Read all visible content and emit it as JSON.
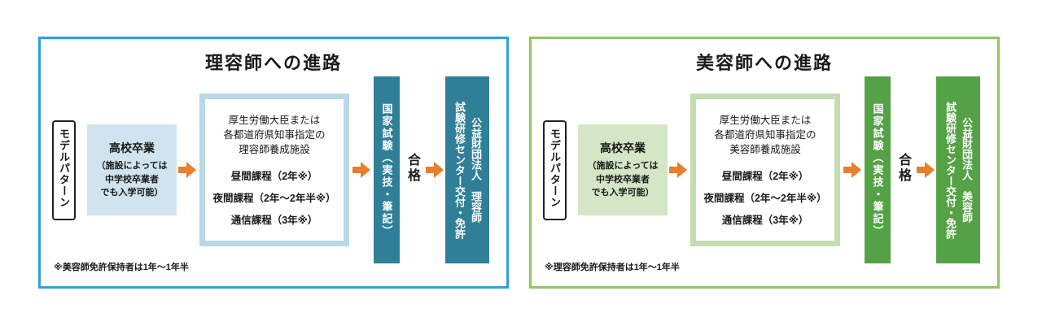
{
  "colors": {
    "barber-border": "#2aa3d5",
    "barber-light": "#cfe4ee",
    "barber-frame": "#b9d9e6",
    "barber-dark": "#2f7f99",
    "beauty-border": "#8fc760",
    "beauty-light": "#d4e6c6",
    "beauty-frame": "#c3ddb0",
    "beauty-dark": "#55a246",
    "arrow": "#e87f2a",
    "text": "#1a1a1a"
  },
  "panels": [
    {
      "id": "barber",
      "title": "理容師への進路",
      "model_pattern": "モデルパターン",
      "entry": {
        "heading": "高校卒業",
        "detail": "（施設によっては\n中学校卒業者\nでも入学可能）"
      },
      "training": {
        "intro": "厚生労働大臣または\n各都道府県知事指定の\n理容師養成施設",
        "courses": [
          "昼間課程（2年※）",
          "夜間課程（2年～2年半※）",
          "通信課程（3年※）"
        ]
      },
      "exam": "国家試験（実技・筆記）",
      "pass": "合格",
      "license": {
        "line1": "公益財団法人　理容師",
        "line2": "試験研修センター交付・免許"
      },
      "footnote": "※美容師免許保持者は1年～1年半"
    },
    {
      "id": "beauty",
      "title": "美容師への進路",
      "model_pattern": "モデルパターン",
      "entry": {
        "heading": "高校卒業",
        "detail": "（施設によっては\n中学校卒業者\nでも入学可能）"
      },
      "training": {
        "intro": "厚生労働大臣または\n各都道府県知事指定の\n美容師養成施設",
        "courses": [
          "昼間課程（2年※）",
          "夜間課程（2年～2年半※）",
          "通信課程（3年※）"
        ]
      },
      "exam": "国家試験（実技・筆記）",
      "pass": "合格",
      "license": {
        "line1": "公益財団法人　美容師",
        "line2": "試験研修センター交付・免許"
      },
      "footnote": "※理容師免許保持者は1年～1年半"
    }
  ]
}
